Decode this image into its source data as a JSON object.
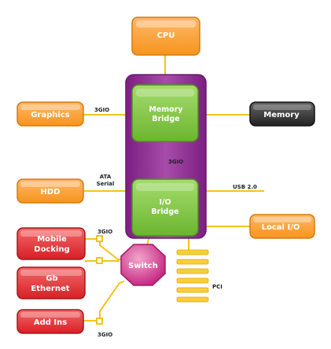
{
  "nodes": {
    "cpu": "CPU",
    "graphics": "Graphics",
    "memory": "Memory",
    "memory_bridge": [
      "Memory",
      "Bridge"
    ],
    "io_bridge": [
      "I/O",
      "Bridge"
    ],
    "hdd": "HDD",
    "local_io": "Local I/O",
    "mobile_docking": [
      "Mobile",
      "Docking"
    ],
    "gb_ethernet": [
      "Gb",
      "Ethernet"
    ],
    "add_ins": "Add Ins",
    "switch": "Switch"
  },
  "links": {
    "graphics_link": "3GIO",
    "bridge_link": "3GIO",
    "ata_serial": [
      "ATA",
      "Serial"
    ],
    "usb": "USB 2.0",
    "switch_top": "3GIO",
    "switch_bottom": "3GIO",
    "pci": "PCI"
  },
  "colors": {
    "orange": "#f7941d",
    "purple": "#8a2b8e",
    "green": "#7ac143",
    "red": "#e0262c",
    "dark": "#333333",
    "line": "#f2c41c"
  }
}
